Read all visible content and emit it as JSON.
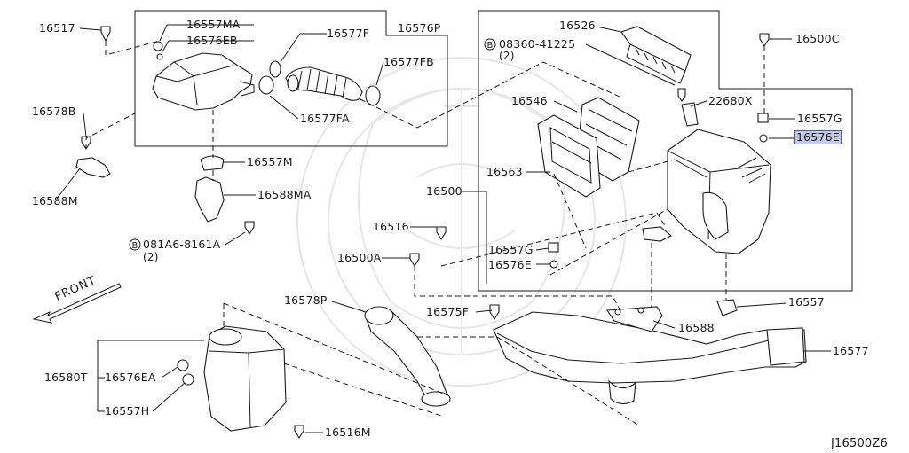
{
  "diagram_code": "J16500Z6",
  "front_label": "FRONT",
  "callouts": {
    "p16517": "16517",
    "p16557MA": "16557MA",
    "p16576EB": "16576EB",
    "p16576P": "16576P",
    "p16577F": "16577F",
    "p16577FB": "16577FB",
    "p16577FA": "16577FA",
    "p16578B": "16578B",
    "p16588M": "16588M",
    "p16557M": "16557M",
    "p16588MA": "16588MA",
    "p081A6": "081A6-8161A",
    "p081A6_qty": "(2)",
    "p16526": "16526",
    "p08360": "08360-41225",
    "p08360_qty": "(2)",
    "p16500C": "16500C",
    "p16546": "16546",
    "p22680X": "22680X",
    "p16557G_top": "16557G",
    "p16576E_top": "16576E",
    "p16563": "16563",
    "p16500": "16500",
    "p16516": "16516",
    "p16557G": "16557G",
    "p16500A": "16500A",
    "p16576E": "16576E",
    "p16578P": "16578P",
    "p16575F": "16575F",
    "p16557": "16557",
    "p16588": "16588",
    "p16577": "16577",
    "p16580T": "16580T",
    "p16576EA": "16576EA",
    "p16557H": "16557H",
    "p16516M": "16516M"
  },
  "bolt_marker": "B",
  "colors": {
    "highlight": "#c3cbe6",
    "highlight_border": "#4a57a8",
    "line": "#1a1a1a"
  }
}
